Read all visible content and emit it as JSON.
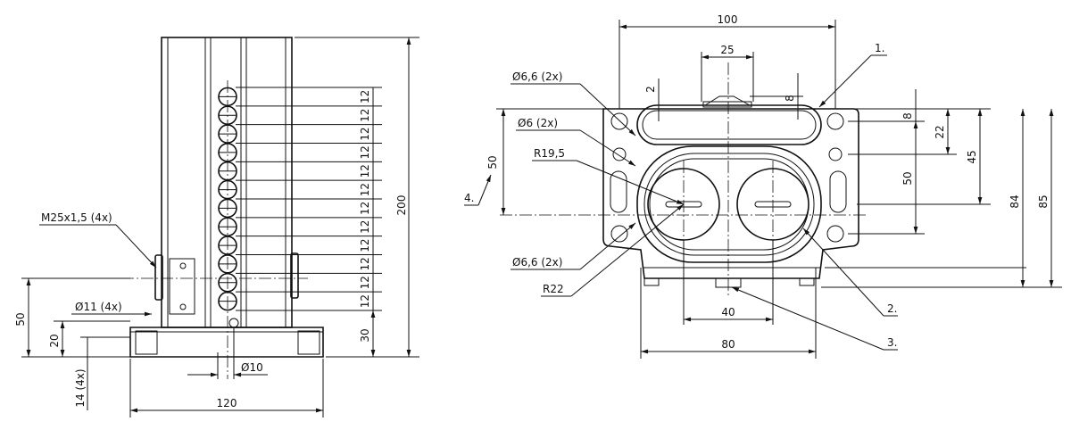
{
  "side_view": {
    "overall_height": "200",
    "base_height": "30",
    "thread": "M25x1,5 (4x)",
    "bore_dia": "Ø11 (4x)",
    "bore_depth": "14 (4x)",
    "pin_dia": "Ø10",
    "width": "120",
    "h50": "50",
    "h20": "20",
    "pitch": "12",
    "pitch_count": 12
  },
  "front_view": {
    "top_width": "100",
    "slot_width": "25",
    "d2": "2",
    "d8_top": "8",
    "hole_66_top": "Ø6,6 (2x)",
    "hole_6": "Ø6 (2x)",
    "r195": "R19,5",
    "v50_left": "50",
    "hole_66_bot": "Ø6,6 (2x)",
    "r22": "R22",
    "bot_40": "40",
    "bot_80": "80",
    "r8": "8",
    "r22v": "22",
    "r45": "45",
    "r50": "50",
    "r84": "84",
    "r85": "85",
    "callout_1": "1.",
    "callout_2": "2.",
    "callout_3": "3.",
    "callout_4": "4."
  }
}
